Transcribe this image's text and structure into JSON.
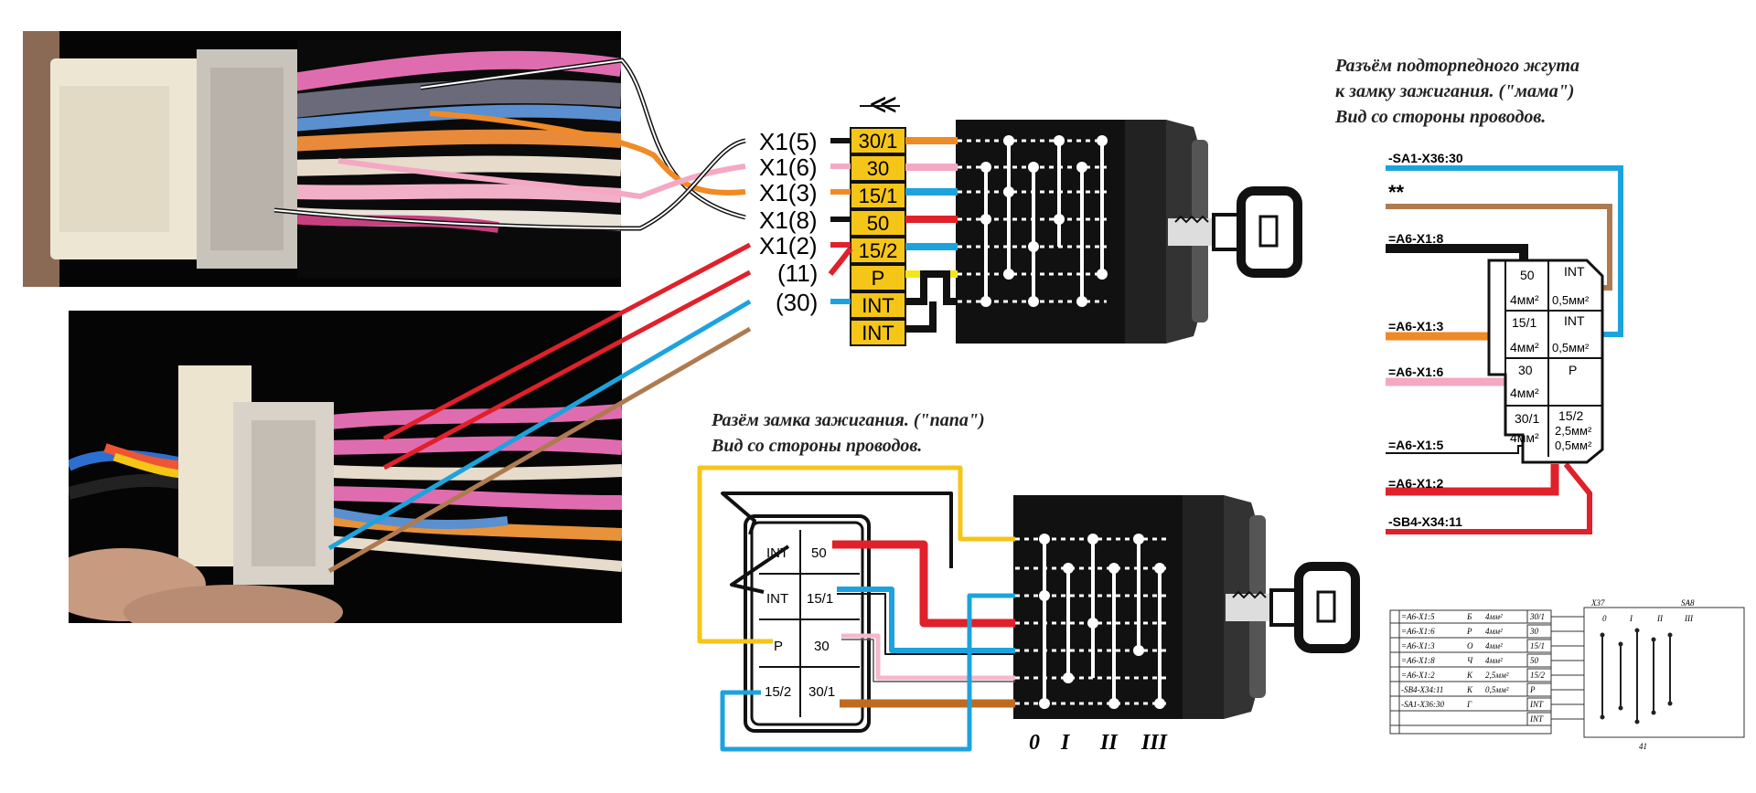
{
  "top_connector": {
    "title_lines": [
      "Разъём подторпедного жгута",
      "к замку зажигания. (\"мама\")",
      "Вид со стороны проводов."
    ],
    "wire_labels": [
      "-SA1-X36:30",
      "**",
      "=A6-X1:8",
      "=A6-X1:3",
      "=A6-X1:6",
      "=A6-X1:5",
      "=A6-X1:2",
      "-SB4-X34:11"
    ],
    "pins": {
      "p50": "50",
      "p50_size": "4мм²",
      "int1": "INT",
      "int1_size": "0,5мм²",
      "p15_1": "15/1",
      "p15_1_size": "4мм²",
      "int2": "INT",
      "int2_size": "0,5мм²",
      "p30": "30",
      "p30_size": "4мм²",
      "pp": "P",
      "p30_1": "30/1",
      "p30_1_size": "4мм²",
      "p15_2": "15/2",
      "p15_2_size1": "2,5мм²",
      "p15_2_size2": "0,5мм²"
    }
  },
  "bottom_connector": {
    "title_lines": [
      "Разём замка зажигания. (\"папа\")",
      "Вид со стороны проводов."
    ],
    "pins": [
      "INT",
      "50",
      "INT",
      "15/1",
      "P",
      "30",
      "15/2",
      "30/1"
    ]
  },
  "terminal_block": {
    "pins": [
      "30/1",
      "30",
      "15/1",
      "50",
      "15/2",
      "P",
      "INT",
      "INT"
    ],
    "left_labels": [
      "X1(5)",
      "X1(6)",
      "X1(3)",
      "X1(8)",
      "X1(2)",
      "(11)",
      "(30)"
    ],
    "connector_symbol": "≪"
  },
  "switch_positions": [
    "0",
    "I",
    "II",
    "III"
  ],
  "reference_table": {
    "connector": "X37",
    "switch": "SA8",
    "pin_number": "41",
    "rows": [
      {
        "wire": "=A6-X1:5",
        "color": "Б",
        "size": "4мм²",
        "pin": "30/1"
      },
      {
        "wire": "=A6-X1:6",
        "color": "Р",
        "size": "4мм²",
        "pin": "30"
      },
      {
        "wire": "=A6-X1:3",
        "color": "О",
        "size": "4мм²",
        "pin": "15/1"
      },
      {
        "wire": "=A6-X1:8",
        "color": "Ч",
        "size": "4мм²",
        "pin": "50"
      },
      {
        "wire": "=A6-X1:2",
        "color": "К",
        "size": "2,5мм²",
        "pin": "15/2"
      },
      {
        "wire": "-SB4-X34:11",
        "color": "К",
        "size": "0,5мм²",
        "pin": "P"
      },
      {
        "wire": "-SA1-X36:30",
        "color": "Г",
        "size": "",
        "pin": "INT"
      },
      {
        "wire": "",
        "color": "",
        "size": "",
        "pin": "INT"
      }
    ],
    "positions": [
      "0",
      "I",
      "II",
      "III"
    ]
  },
  "colors": {
    "yellow": "#f5c518",
    "orange": "#f08a24",
    "red": "#e0202a",
    "blue": "#1ca3de",
    "pink": "#f4a8c4",
    "brown": "#b07a50",
    "black": "#111111"
  }
}
